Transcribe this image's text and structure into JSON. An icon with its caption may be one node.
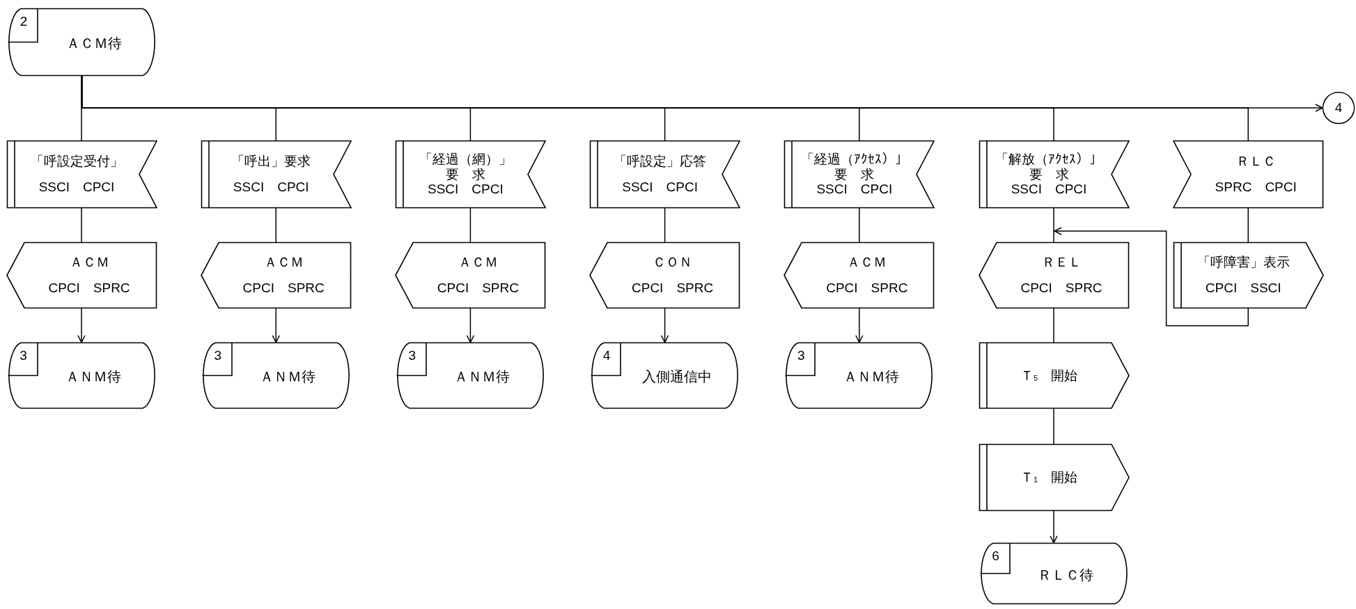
{
  "diagram": {
    "nodes": [
      {
        "text": [
          "2",
          "ＡＣＭ待"
        ]
      },
      {
        "text": [
          "「呼設定受付」",
          "SSCI　CPCI"
        ]
      },
      {
        "text": [
          "ＡＣＭ",
          "CPCI　SPRC"
        ]
      },
      {
        "text": [
          "3",
          "ＡＮＭ待"
        ]
      },
      {
        "text": [
          "「呼出」要求",
          "SSCI　CPCI"
        ]
      },
      {
        "text": [
          "ＡＣＭ",
          "CPCI　SPRC"
        ]
      },
      {
        "text": [
          "3",
          "ＡＮＭ待"
        ]
      },
      {
        "text": [
          "「経過（網）」",
          "要　求",
          "SSCI　CPCI"
        ]
      },
      {
        "text": [
          "ＡＣＭ",
          "CPCI　SPRC"
        ]
      },
      {
        "text": [
          "3",
          "ＡＮＭ待"
        ]
      },
      {
        "text": [
          "「呼設定」応答",
          "SSCI　CPCI"
        ]
      },
      {
        "text": [
          "ＣＯＮ",
          "CPCI　SPRC"
        ]
      },
      {
        "text": [
          "4",
          "入側通信中"
        ]
      },
      {
        "text": [
          "「経過（ｱｸｾｽ）」",
          "要　求",
          "SSCI　CPCI"
        ]
      },
      {
        "text": [
          "ＡＣＭ",
          "CPCI　SPRC"
        ]
      },
      {
        "text": [
          "3",
          "ＡＮＭ待"
        ]
      },
      {
        "text": [
          "「解放（ｱｸｾｽ）」",
          "要　求",
          "SSCI　CPCI"
        ]
      },
      {
        "text": [
          "ＲＥＬ",
          "CPCI　SPRC"
        ]
      },
      {
        "text": [
          "Ｔ$_{5}$　開始"
        ]
      },
      {
        "text": [
          "Ｔ$_{1}$　開始"
        ]
      },
      {
        "text": [
          "6",
          "ＲＬＣ待"
        ]
      },
      {
        "text": [
          "ＲＬＣ",
          "SPRC　CPCI"
        ]
      },
      {
        "text": [
          "「呼障害」表示",
          "CPCI　SSCI"
        ]
      },
      {
        "text": [
          "4"
        ]
      }
    ],
    "edges": [
      {
        "from": 0,
        "to": 1,
        "arrow": "none"
      },
      {
        "from": 0,
        "to": 4,
        "arrow": "none"
      },
      {
        "from": 0,
        "to": 7,
        "arrow": "none"
      },
      {
        "from": 0,
        "to": 10,
        "arrow": "none"
      },
      {
        "from": 0,
        "to": 13,
        "arrow": "none"
      },
      {
        "from": 0,
        "to": 16,
        "arrow": "none"
      },
      {
        "from": 0,
        "to": 21,
        "arrow": "none"
      },
      {
        "from": 0,
        "to": 23,
        "arrow": "to"
      },
      {
        "from": 1,
        "to": 2,
        "arrow": "none"
      },
      {
        "from": 2,
        "to": 3,
        "arrow": "to"
      },
      {
        "from": 4,
        "to": 5,
        "arrow": "none"
      },
      {
        "from": 5,
        "to": 6,
        "arrow": "to"
      },
      {
        "from": 7,
        "to": 8,
        "arrow": "none"
      },
      {
        "from": 8,
        "to": 9,
        "arrow": "to"
      },
      {
        "from": 10,
        "to": 11,
        "arrow": "none"
      },
      {
        "from": 11,
        "to": 12,
        "arrow": "to"
      },
      {
        "from": 13,
        "to": 14,
        "arrow": "none"
      },
      {
        "from": 14,
        "to": 15,
        "arrow": "to"
      },
      {
        "from": 16,
        "to": 17,
        "arrow": "none"
      },
      {
        "from": 17,
        "to": 18,
        "arrow": "none"
      },
      {
        "from": 18,
        "to": 19,
        "arrow": "none"
      },
      {
        "from": 19,
        "to": 20,
        "arrow": "to"
      },
      {
        "from": 21,
        "to": 22,
        "arrow": "none"
      },
      {
        "from": 22,
        "to": 17,
        "arrow": "to"
      }
    ]
  }
}
